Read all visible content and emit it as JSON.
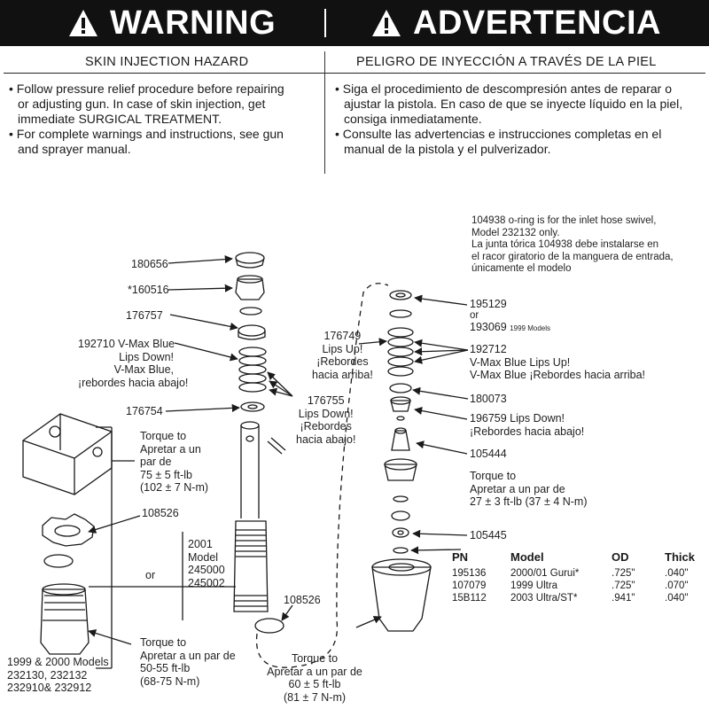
{
  "header": {
    "warning_title": "WARNING",
    "advertencia_title": "ADVERTENCIA",
    "warning_subtitle": "SKIN INJECTION HAZARD",
    "advertencia_subtitle": "PELIGRO DE INYECCIÓN A TRAVÉS DE LA PIEL"
  },
  "english_bullets": [
    [
      "• Follow pressure relief procedure before repairing",
      "  or adjusting gun. In case of skin injection, get",
      "  immediate SURGICAL TREATMENT."
    ],
    [
      "• For complete warnings and instructions, see gun",
      "  and sprayer manual."
    ]
  ],
  "spanish_bullets": [
    [
      "• Siga el procedimiento de descompresión antes de reparar o",
      "  ajustar la pistola. En caso de que se inyecte líquido en la piel,",
      "  consiga inmediatamente."
    ],
    [
      "• Consulte las advertencias e instrucciones completas en el",
      "  manual de la pistola y el pulverizador."
    ]
  ],
  "note": [
    "104938 o-ring is for the inlet hose swivel,",
    "Model 232132 only.",
    "La junta tórica 104938 debe instalarse en",
    "el racor giratorio de la manguera de entrada,",
    "únicamente el modelo"
  ],
  "left_labels": {
    "p180656": "180656",
    "p160516": "*160516",
    "p176757": "176757",
    "p192710": [
      "192710 V-Max Blue",
      "Lips Down!",
      "V-Max Blue,",
      "¡rebordes hacia abajo!"
    ],
    "p176754": "176754",
    "p176755": [
      "176755",
      "Lips Down!",
      "¡Rebordes",
      "hacia abajo!"
    ],
    "torque1": [
      "Torque to",
      "Apretar a un",
      "par de",
      "75 ± 5 ft-lb",
      "(102 ± 7 N-m)"
    ],
    "p108526a": "108526",
    "or_left": "or",
    "model2001": [
      "2001",
      "Model",
      "245000",
      "245002"
    ],
    "p108526b": "108526",
    "models1999": [
      "1999 & 2000 Models",
      "232130, 232132",
      "232910& 232912"
    ],
    "torque2": [
      "Torque to",
      "Apretar a un par de",
      "50-55 ft-lb",
      "(68-75 N-m)"
    ],
    "torque3": [
      "Torque to",
      "Apretar a un par de",
      "60 ± 5 ft-lb",
      "(81 ± 7 N-m)"
    ]
  },
  "right_labels": {
    "p195129": "195129",
    "or_right": "or",
    "p193069": "193069",
    "p193069_note": "1999 Models",
    "p176749": [
      "176749",
      "Lips Up!",
      "¡Rebordes",
      "hacia arriba!"
    ],
    "p192712": [
      "192712",
      "V-Max Blue Lips Up!",
      "V-Max Blue ¡Rebordes hacia arriba!"
    ],
    "p180073": "180073",
    "p196759": [
      "196759  Lips Down!",
      "¡Rebordes hacia abajo!"
    ],
    "p105444": "105444",
    "torque4": [
      "Torque to",
      "Apretar a un par de",
      "27 ± 3 ft-lb (37 ± 4 N-m)"
    ],
    "p105445": "105445"
  },
  "table": {
    "headers": [
      "PN",
      "Model",
      "OD",
      "Thick"
    ],
    "rows": [
      [
        "195136",
        "2000/01 Gurui*",
        ".725\"",
        ".040\""
      ],
      [
        "107079",
        "1999 Ultra",
        ".725\"",
        ".070\""
      ],
      [
        "15B112",
        "2003 Ultra/ST*",
        ".941\"",
        ".040\""
      ]
    ]
  },
  "colors": {
    "header_bg": "#111111",
    "header_text": "#ffffff",
    "line": "#1a1a1a"
  }
}
